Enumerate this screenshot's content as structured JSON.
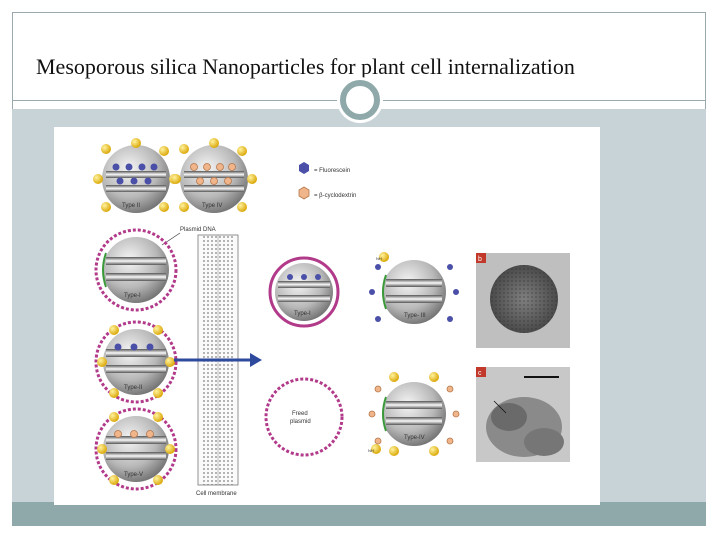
{
  "slide": {
    "title": "Mesoporous silica Nanoparticles for plant cell internalization"
  },
  "figure": {
    "legend_fluorescein": "= Fluorescein",
    "legend_cyclodextrin": "= β-cyclodextrin",
    "label_type2_top": "Type II",
    "label_type4_top": "Type IV",
    "label_plasmid": "Plasmid DNA",
    "label_type1_left": "Type-I",
    "label_type2_left": "Type-II",
    "label_type5_left": "Type-V",
    "label_type1_mid": "Type-I",
    "label_freed": "Freed",
    "label_plasmid_small": "plasmid",
    "label_type3_right": "Type- III",
    "label_type4_right": "Type-IV",
    "label_membrane": "Cell membrane",
    "panel_b": "b",
    "panel_c": "c",
    "label_nh": "NH"
  },
  "colors": {
    "frame_border": "#9aa9ad",
    "content_bg": "#c7d3d7",
    "accent": "#8fa9aa"
  }
}
